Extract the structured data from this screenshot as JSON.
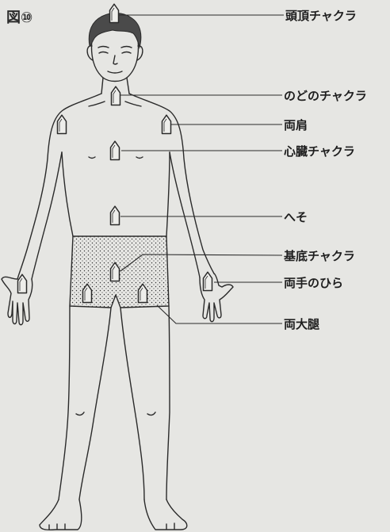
{
  "figure_label": "図⑩",
  "labels": {
    "crown": "頭頂チャクラ",
    "throat": "のどのチャクラ",
    "shoulders": "両肩",
    "heart": "心臓チャクラ",
    "navel": "へそ",
    "root": "基底チャクラ",
    "palms": "両手のひら",
    "thighs": "両大腿"
  },
  "colors": {
    "paper": "#e6e6e3",
    "ink": "#2a2a2a",
    "hair": "#4a4a4a"
  }
}
